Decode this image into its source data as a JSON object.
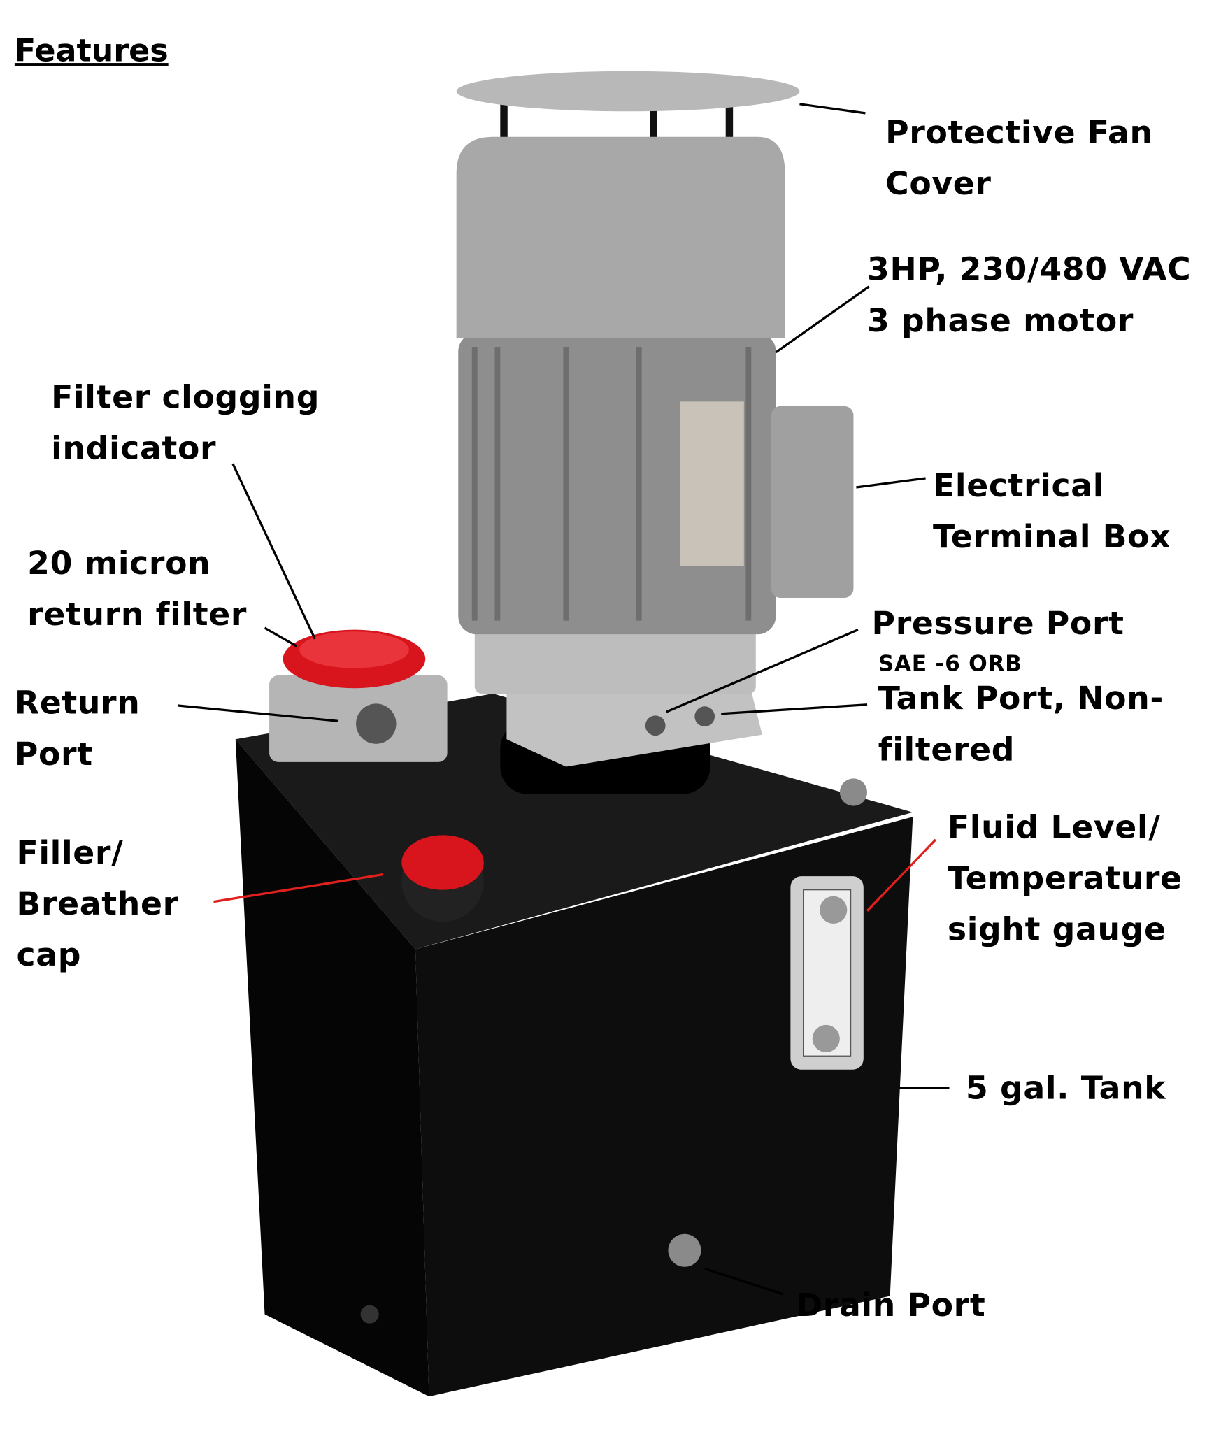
{
  "title": "Features",
  "labels": {
    "fan_cover": [
      "Protective Fan",
      "Cover"
    ],
    "motor": [
      "3HP, 230/480 VAC",
      "3 phase motor"
    ],
    "filter_indicator": [
      "Filter clogging",
      "indicator"
    ],
    "return_filter": [
      "20 micron",
      "return filter"
    ],
    "return_port": [
      "Return",
      "Port"
    ],
    "filler_cap": [
      "Filler/",
      "Breather",
      "cap"
    ],
    "terminal_box": [
      "Electrical",
      "Terminal Box"
    ],
    "pressure_port": "Pressure Port",
    "pressure_port_spec": "SAE -6 ORB",
    "tank_port": [
      "Tank Port, Non-",
      "filtered"
    ],
    "sight_gauge": [
      "Fluid Level/",
      "Temperature",
      "sight gauge"
    ],
    "tank": "5 gal. Tank",
    "drain_port": "Drain Port"
  },
  "colors": {
    "leader": "#000000",
    "leader_red": "#e0201c",
    "cap_red": "#d8141c",
    "tank": "#0b0b0b",
    "motor": "#a3a3a3"
  }
}
